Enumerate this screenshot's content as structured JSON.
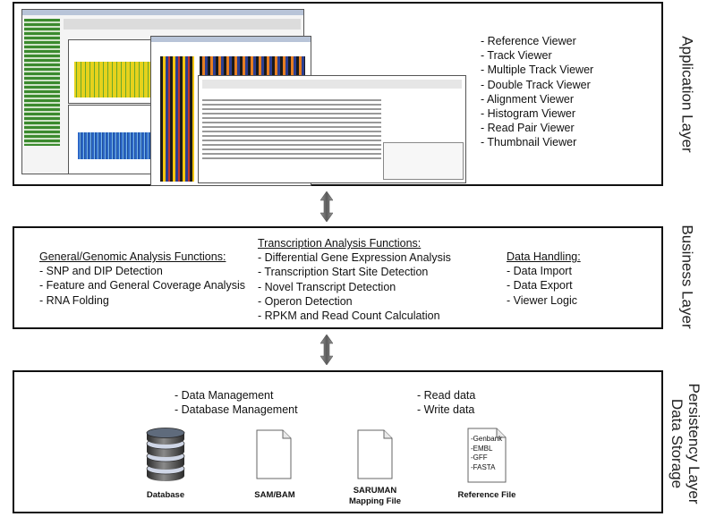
{
  "application_layer": {
    "label": "Application Layer",
    "viewers": [
      "- Reference Viewer",
      "- Track Viewer",
      "- Multiple Track Viewer",
      "- Double Track Viewer",
      "- Alignment Viewer",
      "- Histogram Viewer",
      "- Read Pair Viewer",
      "- Thumbnail Viewer"
    ]
  },
  "business_layer": {
    "label": "Business Layer",
    "genomic": {
      "heading": "General/Genomic Analysis Functions:",
      "items": [
        "- SNP and DIP Detection",
        "- Feature and General Coverage Analysis",
        "- RNA Folding"
      ]
    },
    "transcription": {
      "heading": "Transcription Analysis Functions:",
      "items": [
        "- Differential Gene Expression Analysis",
        "- Transcription Start Site Detection",
        "- Novel Transcript Detection",
        "- Operon Detection",
        "- RPKM and Read Count Calculation"
      ]
    },
    "data_handling": {
      "heading": "Data Handling:",
      "items": [
        "- Data Import",
        "- Data Export",
        "- Viewer Logic"
      ]
    }
  },
  "persistency_layer": {
    "label_line1": "Persistency Layer",
    "label_line2": "Data Storage",
    "management": [
      "- Data Management",
      "- Database Management"
    ],
    "data_ops": [
      "- Read data",
      "- Write data"
    ],
    "storage": {
      "database": "Database",
      "sam_bam": "SAM/BAM",
      "saruman_line1": "SARUMAN",
      "saruman_line2": "Mapping File",
      "reference": "Reference File"
    },
    "reference_formats": [
      "-Genbank",
      "-EMBL",
      "-GFF",
      "-FASTA"
    ]
  }
}
